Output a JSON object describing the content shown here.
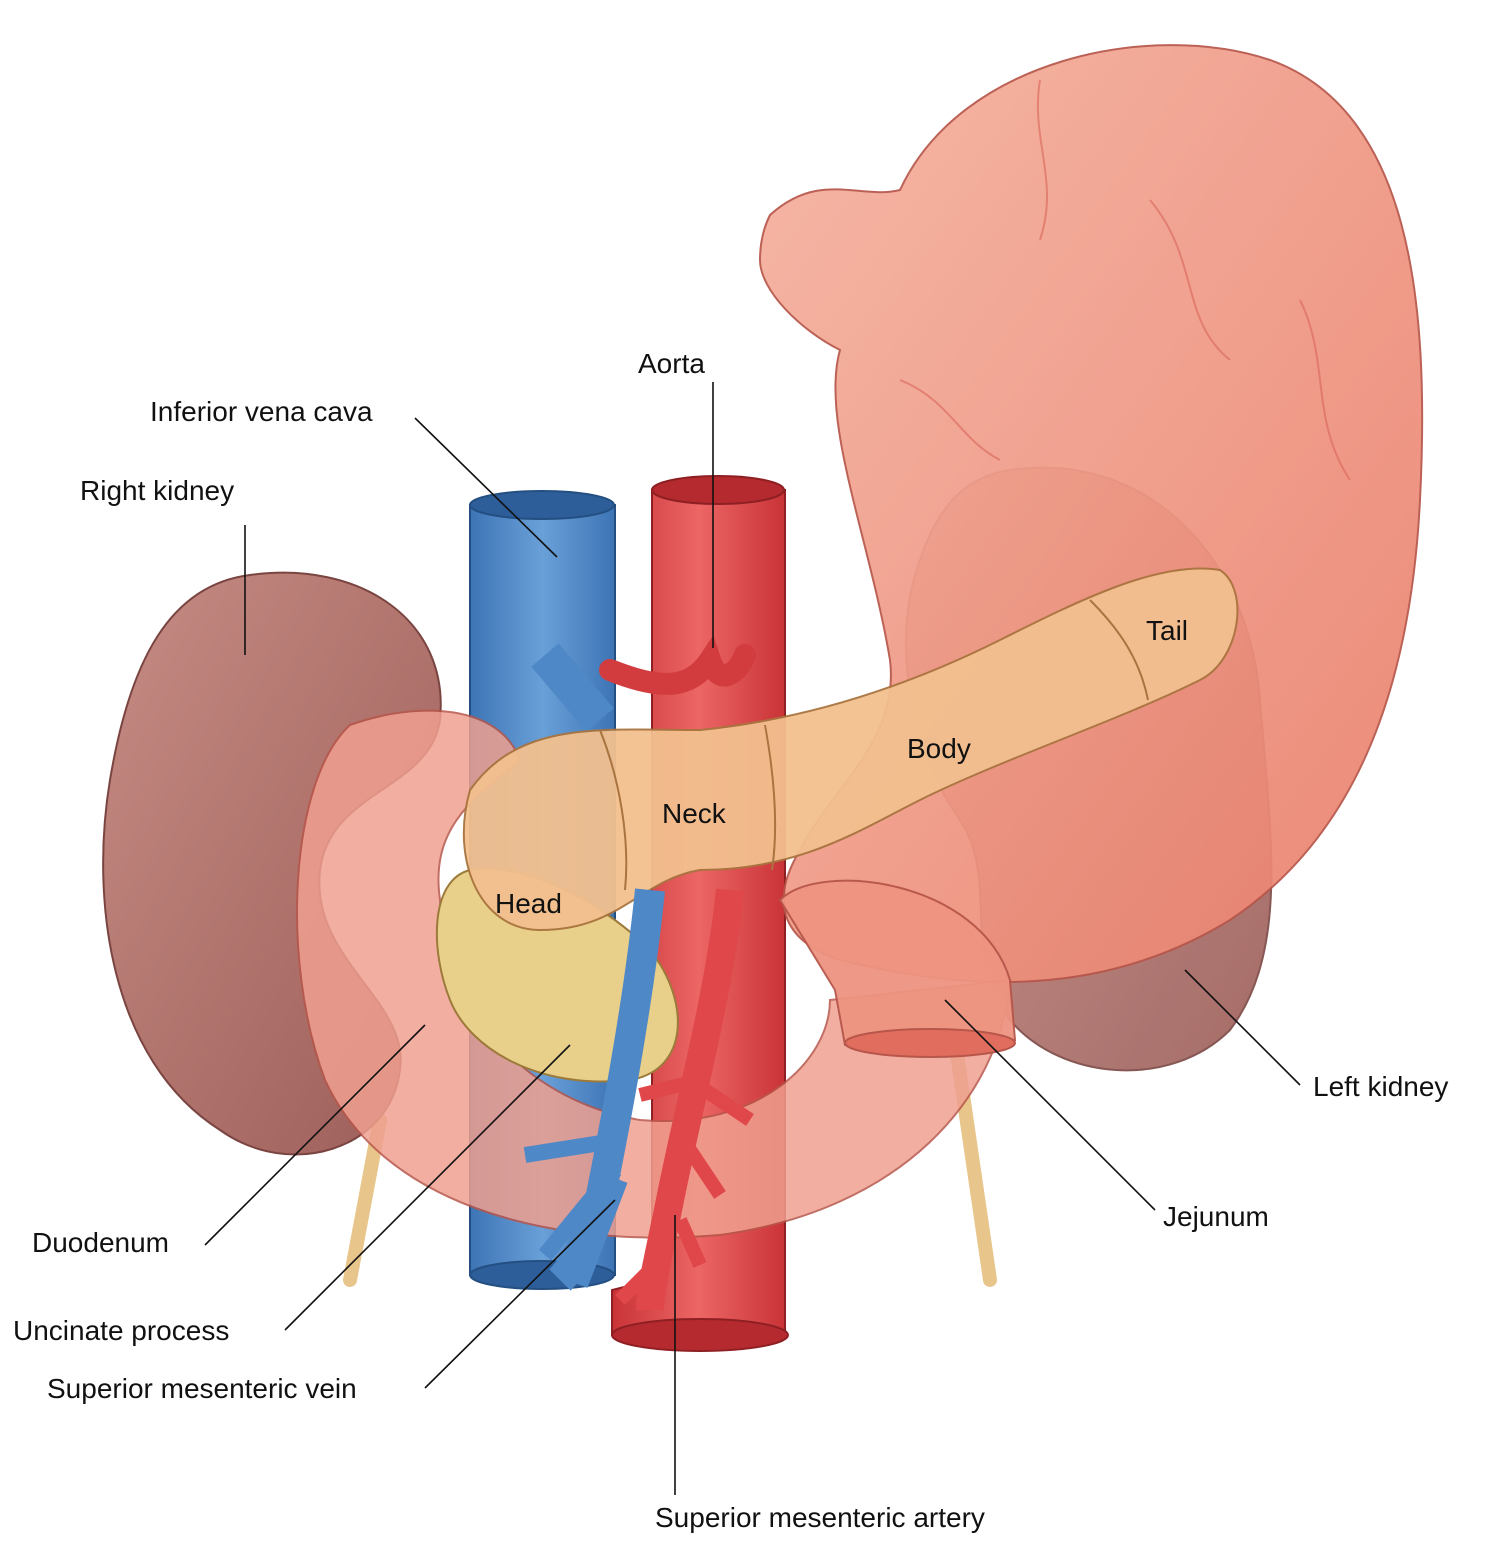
{
  "labels": {
    "aorta": "Aorta",
    "ivc": "Inferior vena cava",
    "right_kidney": "Right kidney",
    "tail": "Tail",
    "body": "Body",
    "neck": "Neck",
    "head": "Head",
    "left_kidney": "Left kidney",
    "jejunum": "Jejunum",
    "duodenum": "Duodenum",
    "uncinate": "Uncinate process",
    "smv": "Superior mesenteric vein",
    "sma": "Superior mesenteric artery"
  },
  "colors": {
    "stomach": "#f29a86",
    "kidney": "#b4746e",
    "vein": "#4f88c6",
    "artery": "#e0474a",
    "pancreas": "#f3c08f",
    "uncinate": "#e8cf8a",
    "duodenum": "#f0a090"
  }
}
